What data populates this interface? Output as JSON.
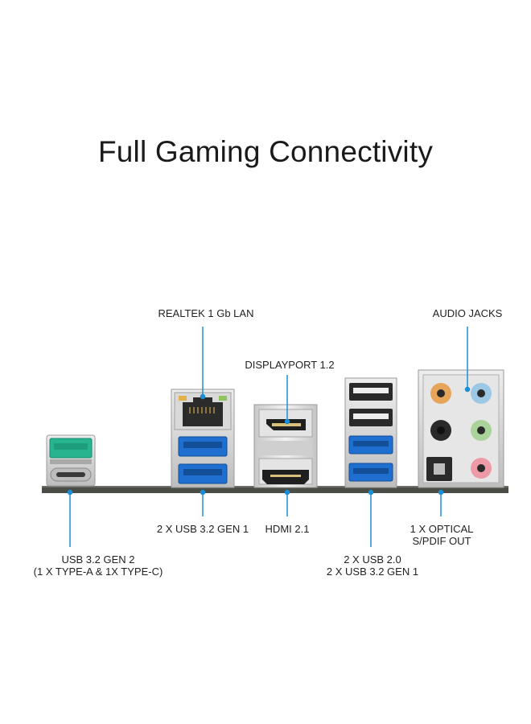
{
  "title": "Full Gaming Connectivity",
  "colors": {
    "accent": "#1a8fd6",
    "board": "#4a4d45",
    "usb3_blue": "#1e6fd0",
    "usb32gen2_teal": "#26b58f",
    "port_silver": "#d6d6d6"
  },
  "labels": {
    "lan": "REALTEK 1 Gb LAN",
    "audio": "AUDIO JACKS",
    "displayport": "DISPLAYPORT 1.2",
    "usb32gen1_pair": "2 X USB 3.2 GEN 1",
    "hdmi": "HDMI 2.1",
    "optical": [
      "1 X OPTICAL",
      "S/PDIF OUT"
    ],
    "usb32gen2": [
      "USB 3.2 GEN 2",
      "(1 X TYPE-A & 1X TYPE-C)"
    ],
    "usb_stack": [
      "2 X USB 2.0",
      "2 X USB 3.2 GEN 1"
    ]
  },
  "audio_jack_colors": [
    "#e7a55b",
    "#9cc8e6",
    "#2a2a2a",
    "#a9d39a",
    "#ee9aa6"
  ]
}
